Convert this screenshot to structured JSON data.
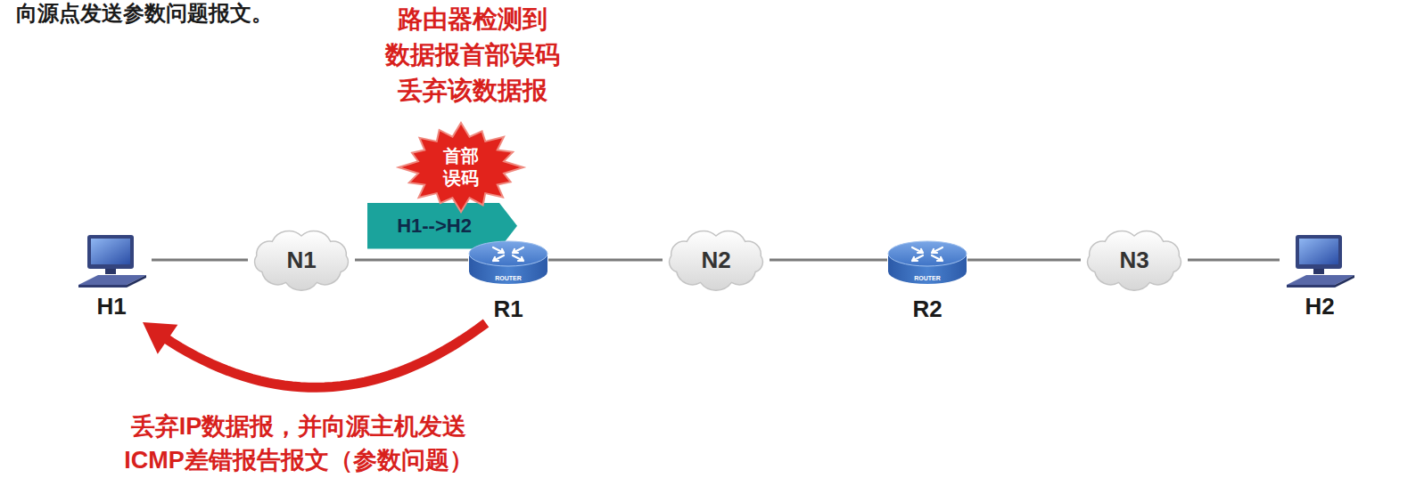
{
  "diagram": {
    "nodes": [
      {
        "text": [
          "首部 误码"
        ]
      },
      {
        "text": [
          "H1-->H2"
        ]
      },
      {
        "text": [
          "H1"
        ]
      },
      {
        "text": [
          "N1"
        ]
      },
      {
        "text": [
          "R1"
        ]
      },
      {
        "text": [
          "N2"
        ]
      },
      {
        "text": [
          "R2"
        ]
      },
      {
        "text": [
          "N3"
        ]
      },
      {
        "text": [
          "H2"
        ]
      }
    ],
    "edges": [
      {
        "from": 2,
        "to": 3,
        "arrow": "none"
      },
      {
        "from": 3,
        "to": 4,
        "arrow": "none"
      },
      {
        "from": 4,
        "to": 5,
        "arrow": "none"
      },
      {
        "from": 5,
        "to": 6,
        "arrow": "none"
      },
      {
        "from": 6,
        "to": 7,
        "arrow": "none"
      },
      {
        "from": 7,
        "to": 8,
        "arrow": "none"
      },
      {
        "from": 4,
        "to": 2,
        "arrow": "to",
        "label": "丢弃IP数据报，并向源主机发送 ICMP差错报告报文（参数问题）"
      }
    ],
    "labels": [
      "向源点发送参数问题报文。",
      "路由器检测到 数据报首部误码 丢弃该数据报",
      "ROUTER",
      "ROUTER"
    ]
  }
}
